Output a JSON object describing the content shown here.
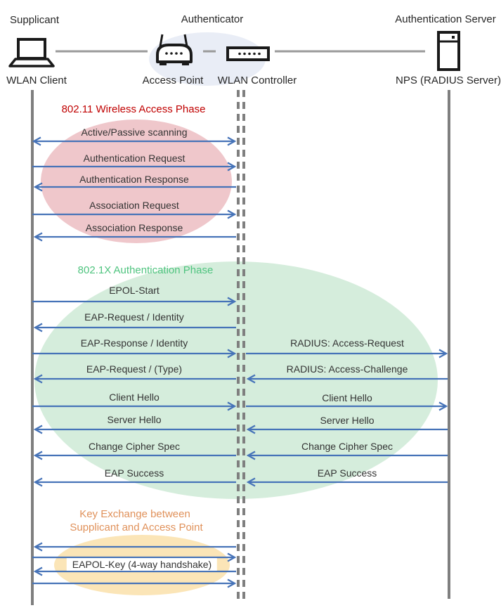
{
  "colors": {
    "arrow_blue": "#4673B8",
    "lifeline_gray": "#7F7F7F",
    "connector_gray": "#9A9A9A",
    "phase1_title": "#C00000",
    "phase1_fill": "#EFC7CB",
    "phase2_title": "#4FC47F",
    "phase2_fill": "#D5EDDC",
    "phase3_title": "#E0915A",
    "phase3_fill": "#FBE5B7",
    "authenticator_fill": "#E9EDF6"
  },
  "actors": {
    "supplicant": {
      "role": "Supplicant",
      "device": "WLAN Client"
    },
    "authenticator": {
      "role": "Authenticator",
      "access_point": "Access Point",
      "wlan_controller": "WLAN Controller"
    },
    "authentication_server": {
      "role": "Authentication Server",
      "device": "NPS (RADIUS Server)"
    }
  },
  "phases": {
    "wireless_access": {
      "title": "802.11 Wireless Access Phase"
    },
    "dot1x": {
      "title": "802.1X Authentication Phase"
    },
    "key_exchange": {
      "title_line1": "Key Exchange between",
      "title_line2": "Supplicant and Access Point"
    }
  },
  "messages": {
    "scanning": "Active/Passive scanning",
    "auth_request": "Authentication Request",
    "auth_response": "Authentication Response",
    "assoc_request": "Association Request",
    "assoc_response": "Association Response",
    "epol_start": "EPOL-Start",
    "eap_request_identity": "EAP-Request / Identity",
    "eap_response_identity": "EAP-Response / Identity",
    "radius_access_request": "RADIUS: Access-Request",
    "eap_request_type": "EAP-Request / (Type)",
    "radius_access_challenge": "RADIUS: Access-Challenge",
    "client_hello": "Client Hello",
    "server_hello": "Server Hello",
    "change_cipher_spec": "Change Cipher Spec",
    "eap_success": "EAP Success",
    "eapol_key": "EAPOL-Key (4-way handshake)"
  }
}
